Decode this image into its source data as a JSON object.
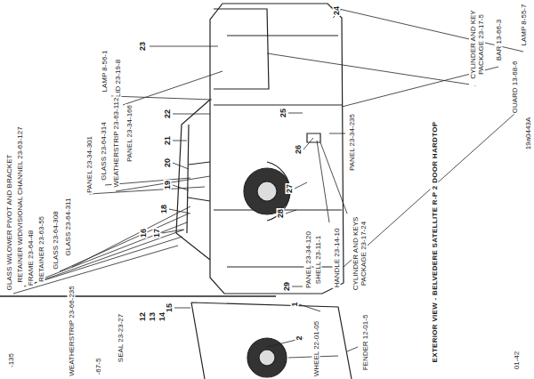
{
  "diagram": {
    "caption": "EXTERIOR VIEW - BELVEDERE SATELLITE R-P 2 DOOR HARDTOP",
    "labels": [
      "LAMP 8-55-7",
      "24",
      "LAMP 8-56-1",
      "23",
      "LID 23-19-8",
      "CYLINDER AND KEY PACKAGE 23-17-5",
      "BAR 13-66-3",
      "GUARD 13-68-6",
      "19a0443A",
      "PANEL 23-34-166",
      "22",
      "21",
      "20",
      "19",
      "18",
      "17",
      "16",
      "25",
      "26",
      "27",
      "28",
      "29",
      "PANEL 23-34-235",
      "CYLINDER AND KEYS PACKAGE 23-17-24",
      "HANDLE 23-14-10",
      "PANEL 23-34-120",
      "SHELL 23-11-1",
      "GLASS W/LOWER PIVOT AND BRACKET",
      "RETAINER W/DIVISIONAL CHANNEL 23-63-127",
      "FRAME 23-64-48",
      "RETAINER 23-63-55",
      "GLASS 23-64-308",
      "GLASS 23-64-311",
      "PANEL 23-34-301",
      "GLASS 23-64-314",
      "WEATHERSTRIP 23-63-112",
      "WEATHERSTRIP 23-66-235",
      "SEAL 23-23-27",
      "15",
      "12",
      "13",
      "14",
      "1",
      "2",
      "WHEEL 22-01-05",
      "FENDER 12-01-5",
      "-135",
      "-67-5",
      "01-42"
    ]
  }
}
